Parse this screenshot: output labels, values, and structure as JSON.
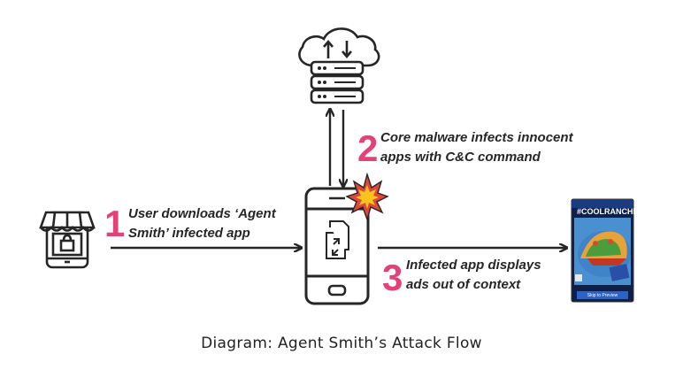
{
  "caption": {
    "label": "Diagram:",
    "text": "Agent Smith’s Attack Flow"
  },
  "steps": [
    {
      "number": "1",
      "line1": "User downloads ‘Agent",
      "line2": "Smith’ infected app"
    },
    {
      "number": "2",
      "line1": "Core malware infects innocent",
      "line2": "apps with C&C command"
    },
    {
      "number": "3",
      "line1": "Infected app displays",
      "line2": "ads out of context"
    }
  ],
  "ad": {
    "title": "#COOLRANCHDLT",
    "button": "Skip to Preview"
  },
  "icons": {
    "store": "app-store-phone-icon",
    "server": "cloud-server-icon",
    "phone": "infected-phone-icon",
    "burst": "explosion-icon",
    "ad_phone": "ad-phone-icon"
  },
  "colors": {
    "accent": "#e4417b",
    "line": "#262626",
    "burst_outer": "#e0463a",
    "burst_inner": "#f7c51e"
  }
}
